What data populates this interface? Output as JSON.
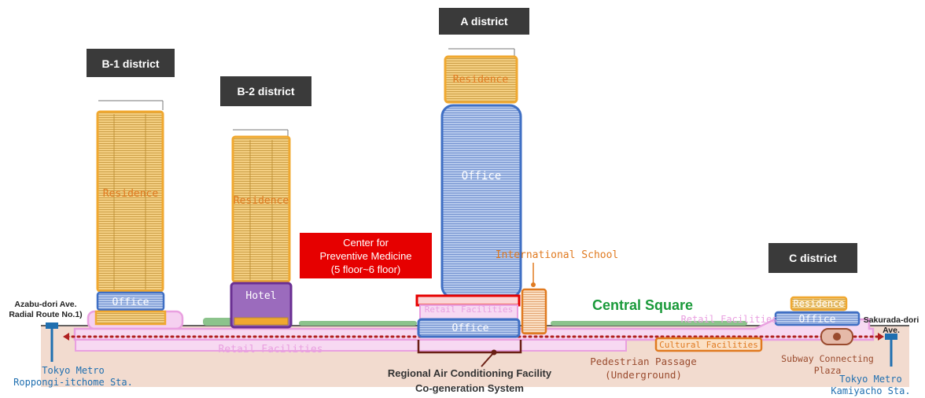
{
  "districts": {
    "a": "A district",
    "b1": "B-1 district",
    "b2": "B-2 district",
    "c": "C district"
  },
  "buildings": {
    "b1_residence": "Residence",
    "b1_office": "Office",
    "b2_residence": "Residence",
    "b2_hotel": "Hotel",
    "a_residence": "Residence",
    "a_office": "Office",
    "a_retail": "Retail Facilities",
    "a_office_low": "Office",
    "c_residence": "Residence",
    "c_office": "Office"
  },
  "labels": {
    "preventive_line1": "Center for",
    "preventive_line2": "Preventive Medicine",
    "preventive_line3": "(5 floor~6 floor)",
    "international_school": "International School",
    "central_square": "Central Square",
    "retail_right": "Retail Facilities",
    "retail_left": "Retail Facilities",
    "cultural": "Cultural Facilities",
    "azabu_line1": "Azabu-dori Ave.",
    "azabu_line2": "Radial Route No.1)",
    "sakurada_line1": "Sakurada-dori",
    "sakurada_line2": "Ave.",
    "roppongi_line1": "Tokyo Metro",
    "roppongi_line2": "Roppongi-itchome Sta.",
    "kamiyacho_line1": "Tokyo Metro",
    "kamiyacho_line2": "Kamiyacho Sta.",
    "regional_line1": "Regional Air Conditioning Facility",
    "regional_line2": "Co-generation System",
    "pedestrian_line1": "Pedestrian Passage",
    "pedestrian_line2": "(Underground)",
    "subway_line1": "Subway Connecting",
    "subway_line2": "Plaza"
  },
  "colors": {
    "residence": "#f0a830",
    "office": "#3f6fc4",
    "hotel": "#7a3a9e",
    "retail": "#e9a0e0",
    "preventive": "#e60000",
    "green": "#1a9a3a",
    "ground": "#f0d8cc",
    "dark_label": "#3a3a3a",
    "text_blue": "#1f6fb0",
    "text_orange": "#e07a20",
    "dark_red": "#6a1f14"
  }
}
